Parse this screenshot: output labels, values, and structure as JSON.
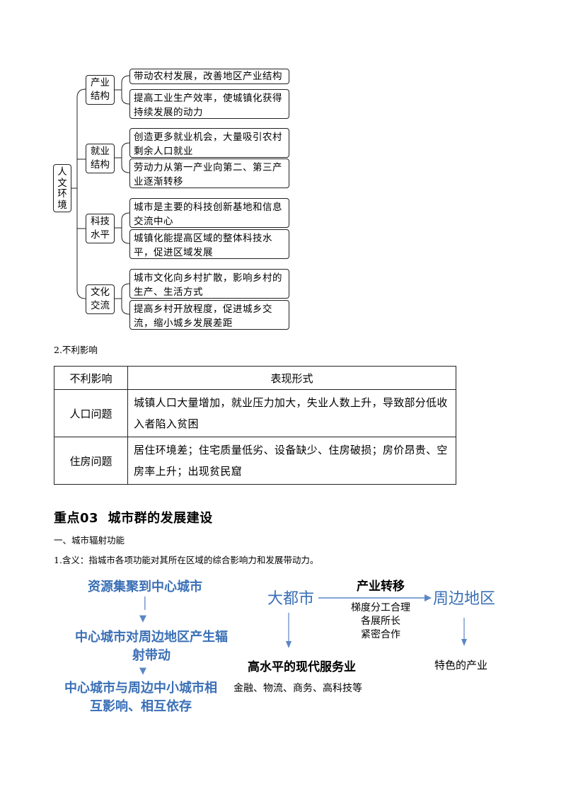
{
  "mindmap": {
    "root": "人文环境",
    "branches": [
      {
        "label": "产业结构",
        "items": [
          "带动农村发展，改善地区产业结构",
          "提高工业生产效率，使城镇化获得持续发展的动力"
        ]
      },
      {
        "label": "就业结构",
        "items": [
          "创造更多就业机会，大量吸引农村剩余人口就业",
          "劳动力从第一产业向第二、第三产业逐渐转移"
        ]
      },
      {
        "label": "科技水平",
        "items": [
          "城市是主要的科技创新基地和信息交流中心",
          "城镇化能提高区域的整体科技水平，促进区域发展"
        ]
      },
      {
        "label": "文化交流",
        "items": [
          "城市文化向乡村扩散，影响乡村的生产、生活方式",
          "提高乡村开放程度，促进城乡交流，缩小城乡发展差距"
        ]
      }
    ]
  },
  "section2_title": "2.不利影响",
  "table": {
    "headers": [
      "不利影响",
      "表现形式"
    ],
    "rows": [
      [
        "人口问题",
        "城镇人口大量增加，就业压力加大，失业人数上升，导致部分低收入者陷入贫困"
      ],
      [
        "住房问题",
        "居住环境差；住宅质量低劣、设备缺少、住房破损；房价昂贵、空房率上升；出现贫民窟"
      ]
    ]
  },
  "heading": "重点03  城市群的发展建设",
  "sub1": "一、城市辐射功能",
  "sub2": "1.含义：指城市各项功能对其所在区域的综合影响力和发展带动力。",
  "left_flow": [
    "资源集聚到中心城市",
    "中心城市对周边地区产生辐射带动",
    "中心城市与周边中小城市相互影响、相互依存"
  ],
  "right_diagram": {
    "source": "大都市",
    "target": "周边地区",
    "arrow_label": "产业转移",
    "reasons": [
      "梯度分工合理",
      "各展所长",
      "紧密合作"
    ],
    "source_result": "高水平的现代服务业",
    "source_examples": "金融、物流、商务、高科技等",
    "target_result": "特色的产业"
  }
}
